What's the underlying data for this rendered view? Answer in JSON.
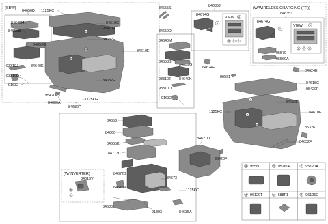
{
  "callouts": {
    "sbw_title": "(SBW)",
    "wireless_title": "(W/WIRELESS CHARGING (FR))",
    "winverter_title": "(W/INVERTER)",
    "view_a_1": "VIEW",
    "view_a_2": "VIEW",
    "circle_a": "A",
    "circle_a2": "A",
    "circle_a3": "A",
    "circle_a4": "A"
  },
  "labels": {
    "p84650D_a": "84650D",
    "p1125KC_a": "1125KC",
    "p84640M_a": "84640M",
    "p84610G_a": "84610G",
    "p84658B_a": "84658B",
    "p95420F_a": "95420F",
    "p84659G_a": "84659G",
    "p84632E_a": "84632E",
    "p84610E_a": "84610E",
    "p93310J_a": "93310J",
    "p84640K_a": "84640K",
    "p93310D_a": "93310D",
    "p91632_a": "91632",
    "p84632F_a": "84632F",
    "p95420F_b": "95420F",
    "p84686A": "84686A",
    "p1125KG": "1125KG",
    "p84680F": "84680F",
    "p84655S": "84655S",
    "p84635J_a": "84635J",
    "p84674G_a": "84674G",
    "p84650D_b": "84650D",
    "p84640M_b": "84640M",
    "p84658B_b": "84658B",
    "p84659G_b": "84659G",
    "p93310J_b": "93310J",
    "p84640K_b": "84640K",
    "p93310D_b": "93310D",
    "p91632_b": "91632",
    "p84624E_a": "84624E",
    "p84635J_b": "84635J",
    "p84674G_b": "84674G",
    "p95570": "95570",
    "p95560A": "95560A",
    "p84624E_b": "84624E",
    "p86591": "86591",
    "p84618G": "84618G",
    "p95420F_c": "95420F",
    "p84632E_b": "84632E",
    "p1125KC_b": "1125KC",
    "p84610E_b": "84610E",
    "p85326": "85326",
    "p84632F_b": "84632F",
    "p84653": "84653",
    "p84660": "84660",
    "p84665K": "84665K",
    "p84713C": "84713C",
    "p84621D": "84621D",
    "p95420F_d": "95420F",
    "p84613V_a": "84613V",
    "p84672B": "84672B",
    "p84673": "84673",
    "p84613V_b": "84613V",
    "p1125KC_c": "1125KC",
    "p84680D": "84680D",
    "p91393": "91393",
    "p84635A": "84635A"
  },
  "legend": {
    "cells": [
      {
        "letter": "a",
        "code": "95580"
      },
      {
        "letter": "b",
        "code": "95260H"
      },
      {
        "letter": "c",
        "code": "95120A"
      },
      {
        "letter": "d",
        "code": "96120T"
      },
      {
        "letter": "e",
        "code": "688F1"
      },
      {
        "letter": "f",
        "code": "96125E"
      }
    ]
  },
  "colors": {
    "part_fill": "#8a8a8a",
    "part_dark": "#5e5e5e",
    "line": "#444444",
    "frame": "#777777"
  }
}
